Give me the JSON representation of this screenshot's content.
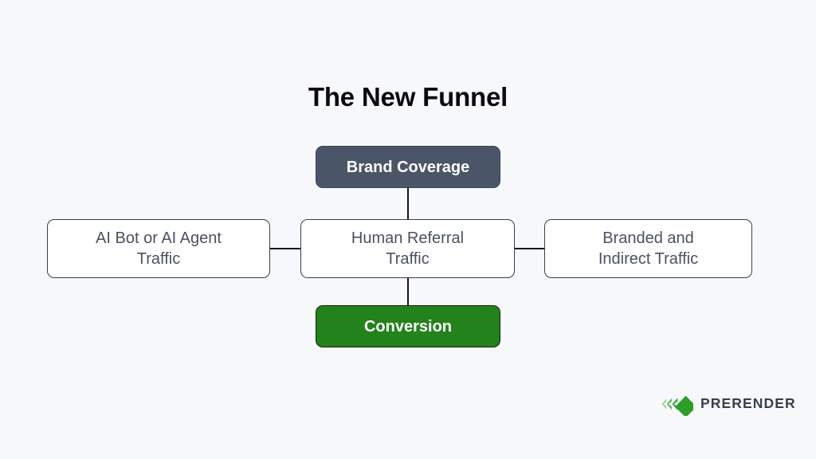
{
  "page": {
    "title": "The New Funnel",
    "background_color": "#f7f8fa"
  },
  "diagram": {
    "type": "flow-diagram",
    "nodes": [
      {
        "id": "brand-coverage",
        "label": "Brand Coverage",
        "style": "dark",
        "fill_color": "#4a5568",
        "text_color": "#ffffff"
      },
      {
        "id": "ai-traffic",
        "label": "AI Bot or AI Agent\nTraffic",
        "style": "plain",
        "fill_color": "#ffffff",
        "text_color": "#4a5160"
      },
      {
        "id": "human-referral",
        "label": "Human Referral\nTraffic",
        "style": "plain",
        "fill_color": "#ffffff",
        "text_color": "#4a5160"
      },
      {
        "id": "branded-indirect",
        "label": "Branded and\nIndirect Traffic",
        "style": "plain",
        "fill_color": "#ffffff",
        "text_color": "#4a5160"
      },
      {
        "id": "conversion",
        "label": "Conversion",
        "style": "green",
        "fill_color": "#23821c",
        "text_color": "#ffffff"
      }
    ],
    "connectors": [
      {
        "id": "brand-to-human",
        "from": "brand-coverage",
        "to": "human-referral",
        "orientation": "vertical"
      },
      {
        "id": "human-to-conversion",
        "from": "human-referral",
        "to": "conversion",
        "orientation": "vertical"
      },
      {
        "id": "ai-to-human",
        "from": "ai-traffic",
        "to": "human-referral",
        "orientation": "horizontal"
      },
      {
        "id": "human-to-branded",
        "from": "human-referral",
        "to": "branded-indirect",
        "orientation": "horizontal"
      }
    ],
    "connector_color": "#15171c"
  },
  "logo": {
    "wordmark": "PRERENDER",
    "mark_icon": "prerender-diamond-icon",
    "mark_color": "#2ba028",
    "wordmark_color": "#373f4d"
  }
}
